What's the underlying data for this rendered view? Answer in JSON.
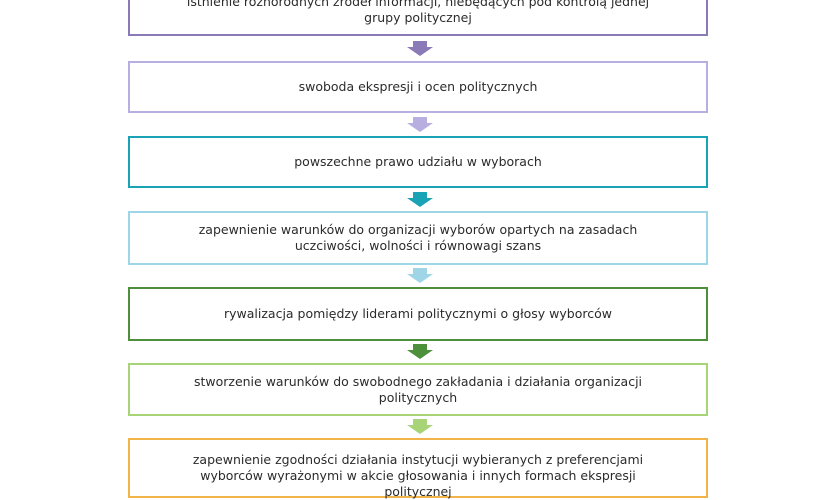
{
  "steps": [
    {
      "text": "istnienie różnorodnych źródeł informacji, niebędących pod kontrolą jednej grupy politycznej",
      "color": "#8a7ab8"
    },
    {
      "text": "swoboda ekspresji i ocen politycznych",
      "color": "#b8aee0"
    },
    {
      "text": "powszechne prawo udziału w wyborach",
      "color": "#1aa3b5"
    },
    {
      "text": "zapewnienie warunków do organizacji wyborów opartych na zasadach uczciwości, wolności i równowagi szans",
      "color": "#9ed6e8"
    },
    {
      "text": "rywalizacja pomiędzy liderami politycznymi o głosy wyborców",
      "color": "#4e8f3c"
    },
    {
      "text": "stworzenie warunków do swobodnego zakładania i działania organizacji politycznych",
      "color": "#a8d478"
    },
    {
      "text": "zapewnienie zgodności działania instytucji wybieranych z preferencjami wyborców wyrażonymi w akcie głosowania i innych formach ekspresji politycznej",
      "color": "#f0b44a"
    }
  ],
  "arrows": [
    "#8a7ab8",
    "#b8aee0",
    "#1aa3b5",
    "#9ed6e8",
    "#4e8f3c",
    "#a8d478"
  ]
}
